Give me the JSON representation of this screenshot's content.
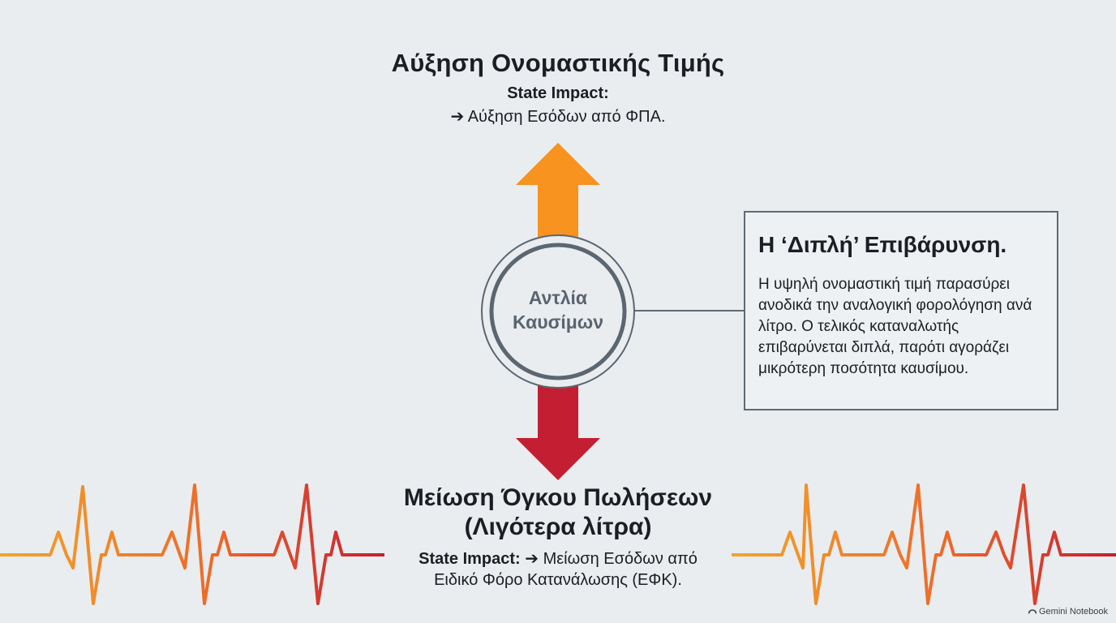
{
  "top": {
    "title": "Αύξηση Ονομαστικής Τιμής",
    "impact_label": "State Impact:",
    "impact_arrow": "➔",
    "impact_text": "Αύξηση Εσόδων από ΦΠΑ."
  },
  "hub": {
    "line1": "Αντλία",
    "line2": "Καυσίμων"
  },
  "info_box": {
    "title": "Η ‘Διπλή’ Επιβάρυνση.",
    "text": "Η υψηλή ονομαστική τιμή παρασύρει ανοδικά την αναλογική φορολόγηση ανά λίτρο. Ο τελικός καταναλωτής επιβαρύνεται διπλά, παρότι αγοράζει μικρότερη ποσότητα καυσίμου."
  },
  "bottom": {
    "title_line1": "Μείωση Όγκου Πωλήσεων",
    "title_line2": "(Λιγότερα λίτρα)",
    "impact_label": "State Impact:",
    "impact_arrow": "➔",
    "impact_text_1": "Μείωση Εσόδων από",
    "impact_text_2": "Ειδικό Φόρο Κατανάλωσης (ΕΦΚ)."
  },
  "colors": {
    "up_arrow": "#f7931e",
    "down_arrow": "#c41e32",
    "hub_ring": "#5b6670",
    "pulse_start": "#f3a52a",
    "pulse_mid": "#ee6a2a",
    "pulse_end": "#c41e32"
  },
  "icons": {
    "up_arrow": "arrow-up-icon",
    "down_arrow": "arrow-down-icon",
    "pulse": "heartbeat-pulse-icon"
  },
  "watermark": {
    "text": "Gemini Notebook"
  }
}
